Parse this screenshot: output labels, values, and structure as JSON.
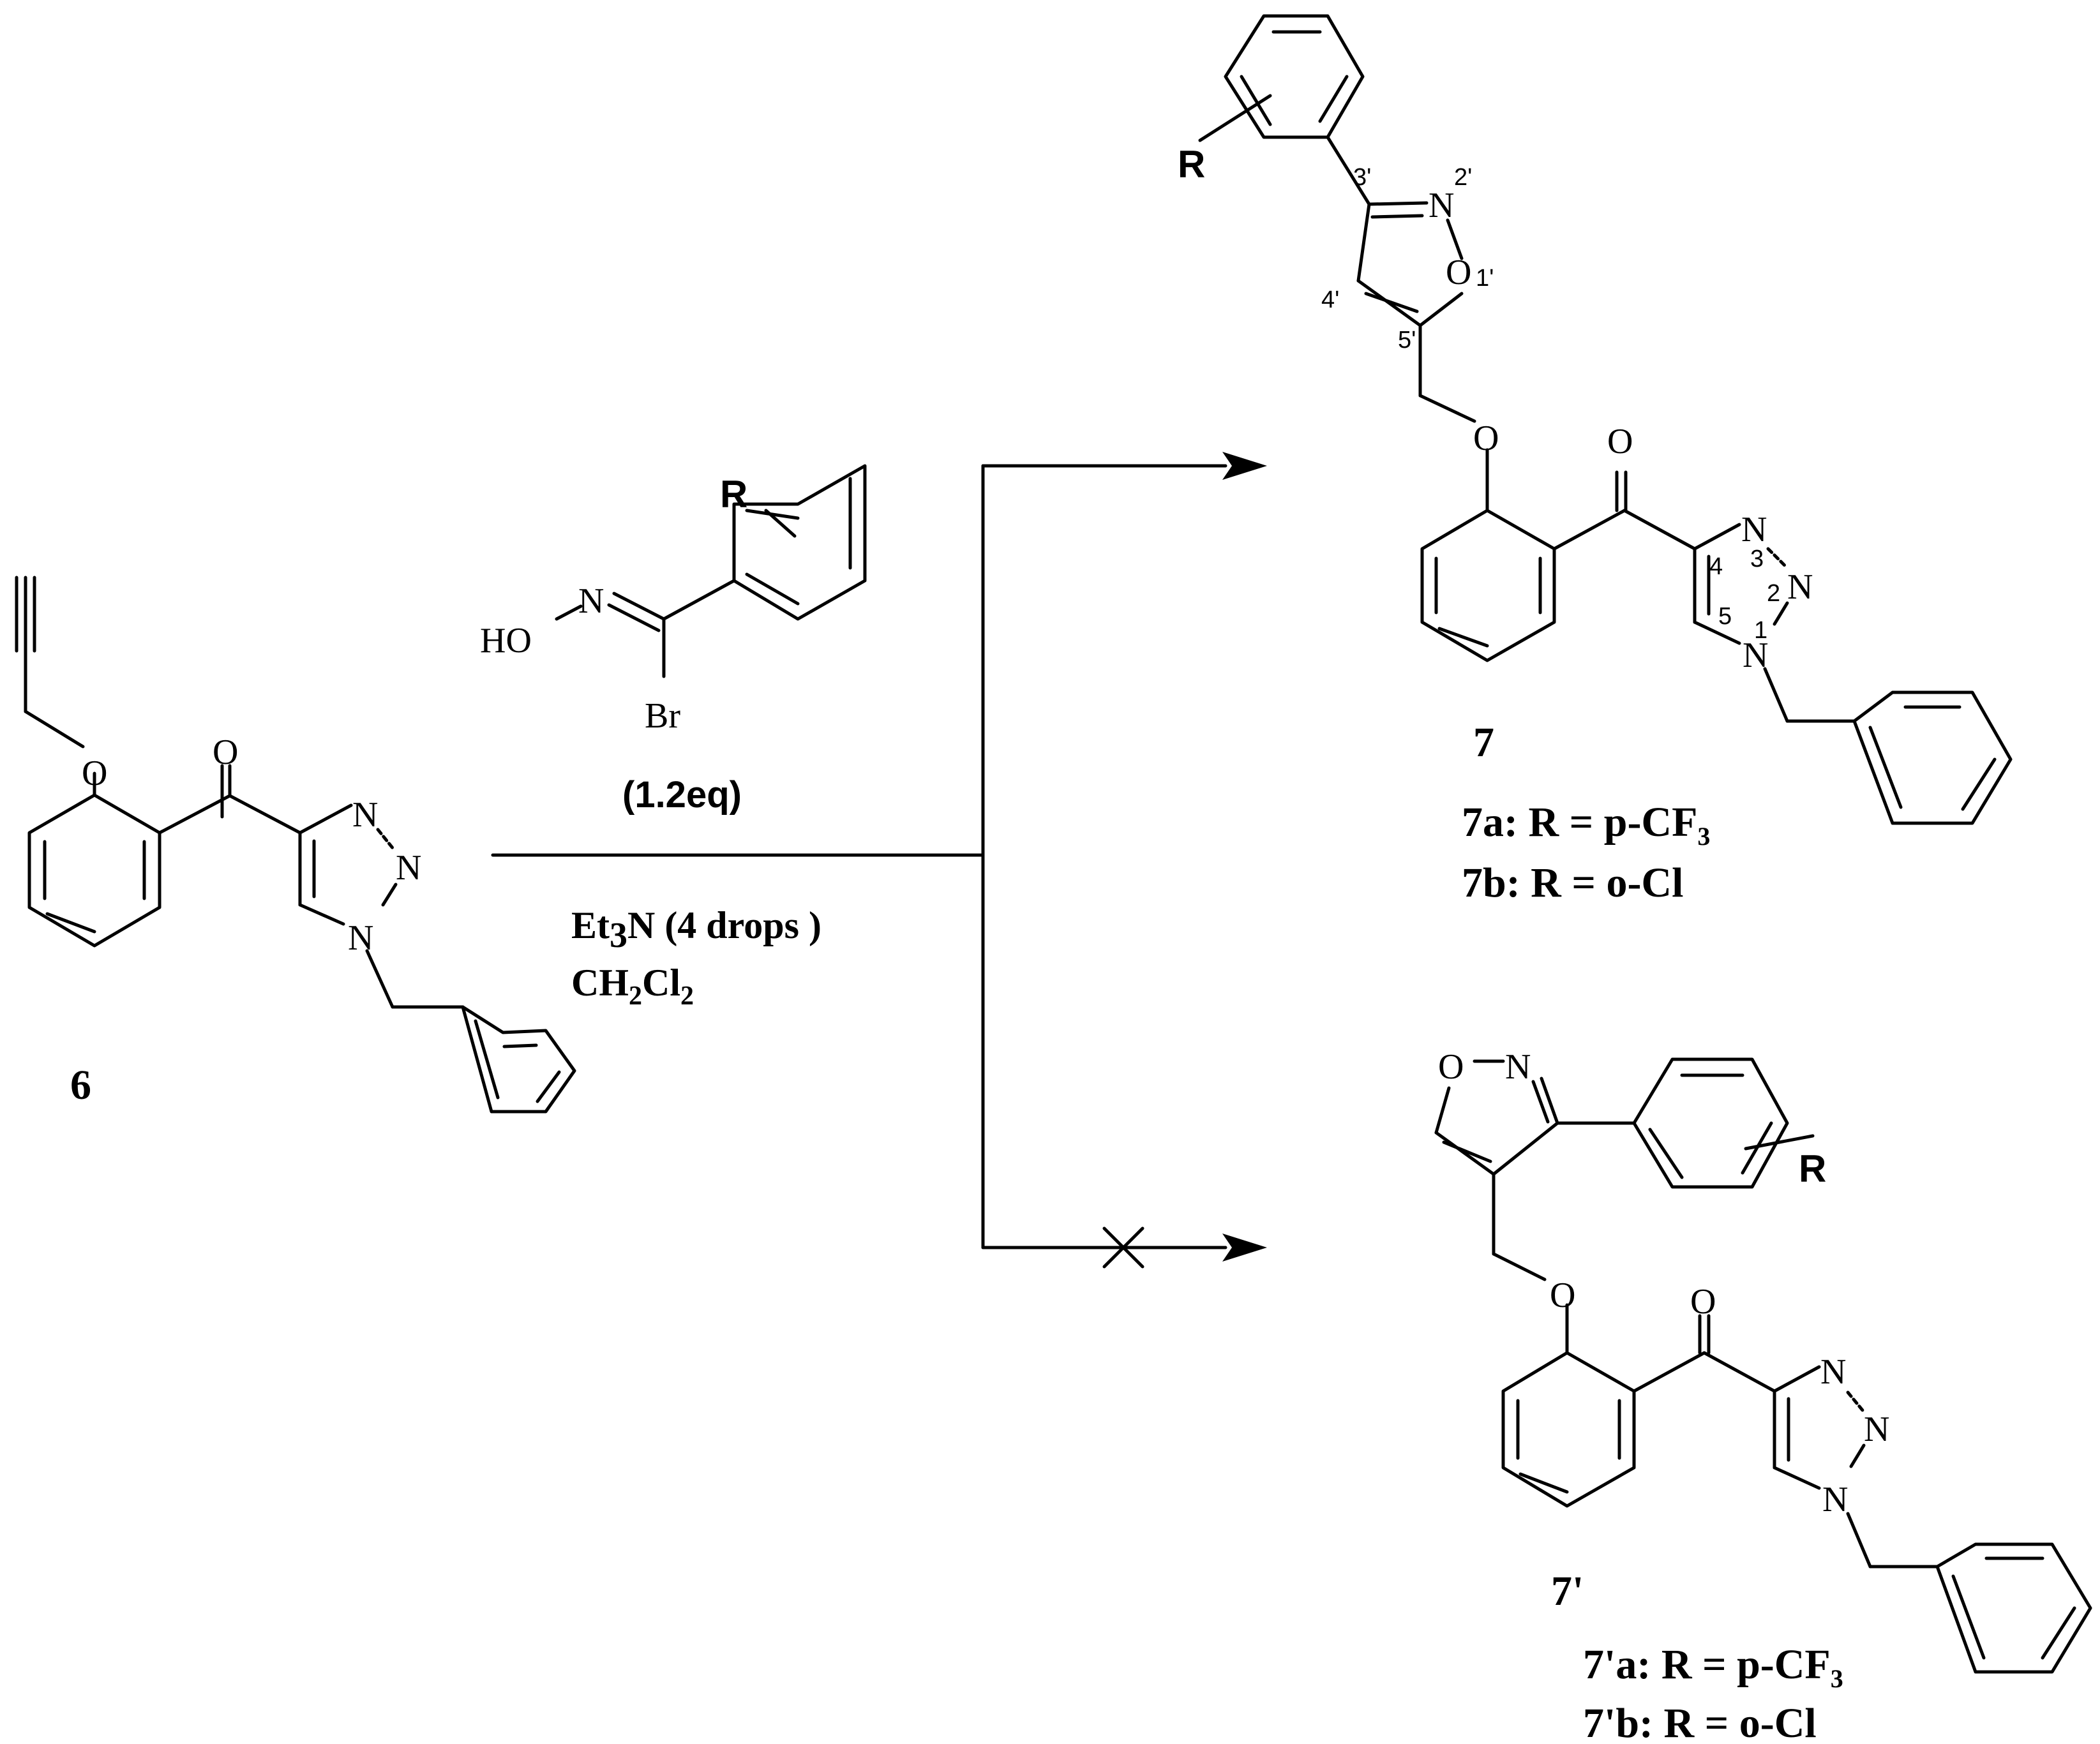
{
  "atoms": {
    "O": "O",
    "N": "N",
    "HO": "HO",
    "Br": "Br",
    "R": "R"
  },
  "positions": {
    "p4": "4",
    "p5": "5",
    "p3": "3",
    "p2": "2",
    "p1": "1",
    "p1p": "1'",
    "p2p": "2'",
    "p3p": "3'",
    "p4p": "4'",
    "p5p": "5'"
  },
  "reagent": {
    "equiv": "(1.2eq)"
  },
  "conditions": {
    "base_main": "Et",
    "base_sub": "3",
    "base_rest": "N (4 drops )",
    "solvent_a": "CH",
    "solvent_sub1": "2",
    "solvent_b": "Cl",
    "solvent_sub2": "2"
  },
  "compounds": {
    "start": "6",
    "product": "7",
    "product_alt": "7'"
  },
  "substituents": {
    "c7a_prefix": "7a: R = p-CF",
    "c7a_sub": "3",
    "c7b": "7b: R = o-Cl",
    "c7pa_prefix": "7'a: R = p-CF",
    "c7pa_sub": "3",
    "c7pb": "7'b: R = o-Cl"
  }
}
